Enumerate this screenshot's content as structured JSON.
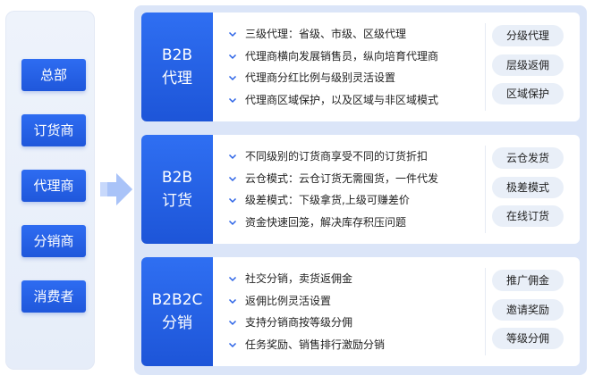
{
  "roles": [
    "总部",
    "订货商",
    "代理商",
    "分销商",
    "消费者"
  ],
  "cards": [
    {
      "title_line1": "B2B",
      "title_line2": "代理",
      "items": [
        "三级代理：省级、市级、区级代理",
        "代理商横向发展销售员，纵向培育代理商",
        "代理商分红比例与级别灵活设置",
        "代理商区域保护，以及区域与非区域模式"
      ],
      "tags": [
        "分级代理",
        "层级返佣",
        "区域保护"
      ]
    },
    {
      "title_line1": "B2B",
      "title_line2": "订货",
      "items": [
        "不同级别的订货商享受不同的订货折扣",
        "云仓模式：云仓订货无需囤货，一件代发",
        "级差模式：下级拿货,上级可赚差价",
        "资金快速回笼，解决库存积压问题"
      ],
      "tags": [
        "云仓发货",
        "极差模式",
        "在线订货"
      ]
    },
    {
      "title_line1": "B2B2C",
      "title_line2": "分销",
      "items": [
        "社交分销，卖货返佣金",
        "返佣比例灵活设置",
        "支持分销商按等级分佣",
        "任务奖励、销售排行激励分销"
      ],
      "tags": [
        "推广佣金",
        "邀请奖励",
        "等级分佣"
      ]
    }
  ],
  "colors": {
    "accent": "#1f57db",
    "panel": "#dbe5f8",
    "tag_bg": "#e9eff8"
  }
}
